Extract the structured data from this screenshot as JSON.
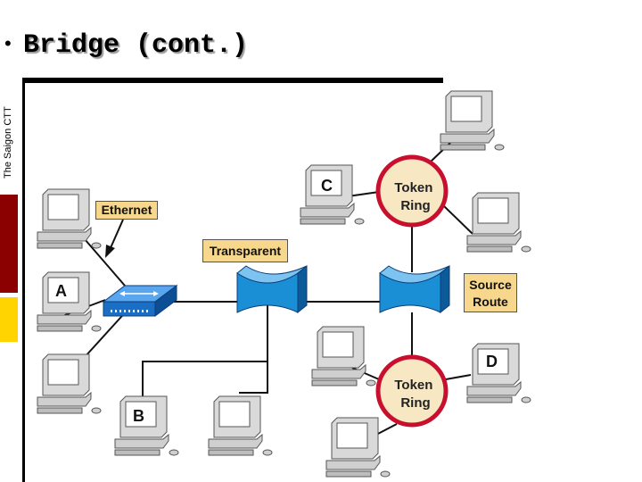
{
  "sidebar": {
    "vertical_text": "The Saigon CTT"
  },
  "slide": {
    "bullet": "•",
    "title": "Bridge (cont.)"
  },
  "labels": {
    "ethernet": "Ethernet",
    "transparent": "Transparent",
    "source_route": "Source Route"
  },
  "rings": {
    "upper": "Token Ring",
    "lower": "Token Ring"
  },
  "computers": {
    "a": "A",
    "b": "B",
    "c": "C",
    "d": "D"
  },
  "colors": {
    "accent_red": "#8b0000",
    "accent_yellow": "#ffd400",
    "label_fill": "#f6d78b",
    "ring_fill": "#f7e7c2",
    "ring_stroke": "#c8102e",
    "bridge_blue": "#1a6fc4"
  }
}
